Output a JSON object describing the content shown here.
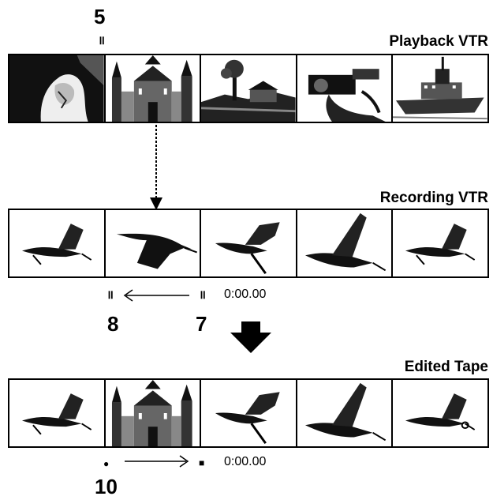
{
  "labels": {
    "step_5": "5",
    "step_7": "7",
    "step_8": "8",
    "step_10": "10",
    "playback": "Playback VTR",
    "recording": "Recording VTR",
    "edited": "Edited Tape"
  },
  "marks": {
    "pause_symbol": "॥",
    "pause_symbol_alt": "॥",
    "dot_symbol": "●",
    "stop_symbol": "■"
  },
  "counters": {
    "recording_counter": "0:00.00",
    "edited_counter": "0:00.00"
  },
  "strips": {
    "playback_frames": [
      "person-frame",
      "castle-frame",
      "landscape-frame",
      "hand-camera-frame",
      "ship-frame"
    ],
    "recording_frames": [
      "bird-frame",
      "bird-frame",
      "bird-frame",
      "bird-frame",
      "bird-frame"
    ],
    "edited_frames": [
      "bird-frame",
      "castle-frame",
      "bird-frame",
      "bird-frame",
      "bird-frame"
    ]
  }
}
